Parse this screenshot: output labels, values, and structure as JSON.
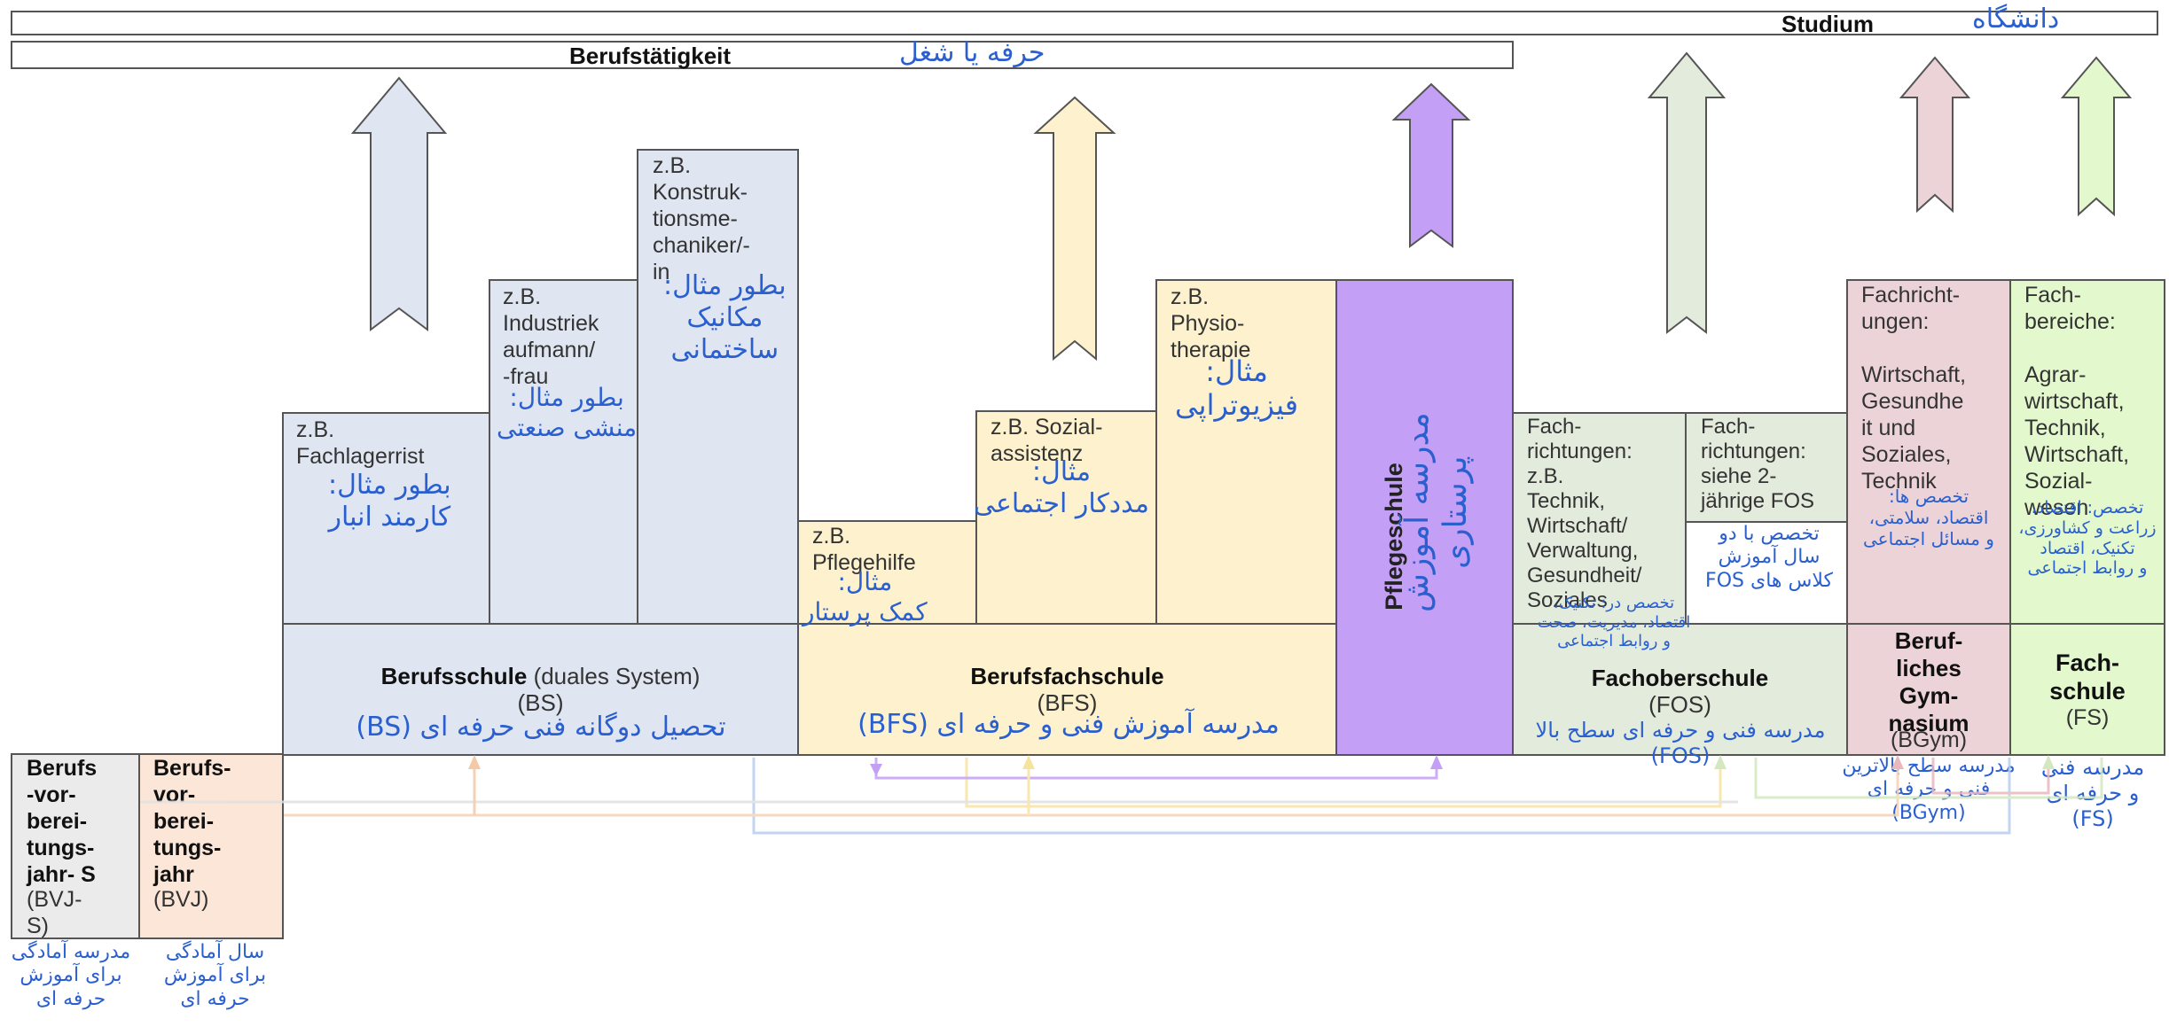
{
  "header": {
    "studium": "Studium",
    "studium_translation": "دانشگاه",
    "beruf": "Berufstätigkeit",
    "beruf_translation": "حرفه یا شغل"
  },
  "bs": {
    "ex1": "z.B.\nFachlagerrist",
    "ex1_tr": "بطور مثال:\nکارمند انبار",
    "ex2": "z.B.\nIndustriek\naufmann/\n-frau",
    "ex2_tr": "بطور مثال:\nمنشی صنعتی",
    "ex3": "z.B.\nKonstruk-\ntionsme-\nchaniker/-\nin",
    "ex3_tr": "بطور مثال:\nمکانیک\nساختمانی",
    "name": "Berufsschule",
    "name_suffix": "(duales System)",
    "abbr": "(BS)",
    "tr": "تحصیل دوگانه فنی حرفه ای (BS)"
  },
  "bfs": {
    "ex1": "z.B.\nPflegehilfe",
    "ex1_tr": "مثال:\nکمک پرستار",
    "ex2": "z.B. Sozial-\nassistenz",
    "ex2_tr": "مثال:\nمددکار اجتماعی",
    "ex3": "z.B.\nPhysio-\ntherapie",
    "ex3_tr": "مثال:\nفیزیوتراپی",
    "name": "Berufsfachschule",
    "abbr": "(BFS)",
    "tr": "مدرسه آموزش فنی و حرفه ای (BFS)"
  },
  "pflege": {
    "name": "Pflegeschule",
    "tr": "مدرسه آموزش پرستاری"
  },
  "fos": {
    "dir1": "Fach-\nrichtungen:\nz.B.\nTechnik,\nWirtschaft/\nVerwaltung,\nGesundheit/\nSoziales",
    "dir1_tr": "تخصص در: تکنیک،\nاقتصاد، مدیریت، صحت\nو روابط اجتماعی",
    "dir2": "Fach-\nrichtungen:\nsiehe 2-\njährige FOS",
    "dir2_tr": "تخصص با دو\nسال آموزش\nکلاس های FOS",
    "name": "Fachoberschule",
    "abbr": "(FOS)",
    "tr": "مدرسه فنی و حرفه ای سطح بالا\n(FOS)"
  },
  "bgym": {
    "dir": "Fachricht-\nungen:\n\nWirtschaft,\nGesundhe\nit und\nSoziales,\nTechnik",
    "dir_tr": "تخصص ها:\nاقتصاد، سلامتی،\nو مسائل اجتماعی",
    "name": "Beruf-\nliches\nGym-\nnasium",
    "abbr": "(BGym)",
    "tr": "مدرسه سطح بالاترین\nفنی و حرفه ای\n(BGym)"
  },
  "fs": {
    "dir": "Fach-\nbereiche:\n\nAgrar-\nwirtschaft,\nTechnik,\nWirtschaft,\nSozial-\nwesen",
    "dir_tr": "تخصص: اقتصاد،\nزراعت و کشاورزی،\nتکنیک، اقتصاد\nو روابط اجتماعی",
    "name": "Fach-\nschule",
    "abbr": "(FS)",
    "tr": "مدرسه فنی\nو حرفه ای\n(FS)"
  },
  "bvjs": {
    "name": "Berufs\n-vor-\nberei-\ntungs-\njahr- S",
    "abbr": "(BVJ-\nS)",
    "tr": "مدرسه آمادگی\nبرای آموزش\nحرفه ای"
  },
  "bvj": {
    "name": "Berufs-\nvor-\nberei-\ntungs-\njahr",
    "abbr": "(BVJ)",
    "tr": "سال آمادگی\nبرای آموزش\nحرفه ای"
  },
  "colors": {
    "bs": "#dfe5f1",
    "bfs": "#fdf2cd",
    "pflege": "#c49ff6",
    "fos": "#e3ebdc",
    "bgym": "#ecd3d7",
    "fs": "#e3f9cd",
    "bvjs": "#ebebeb",
    "bvj": "#fbe6d7",
    "hand": "#2a5fd0"
  }
}
